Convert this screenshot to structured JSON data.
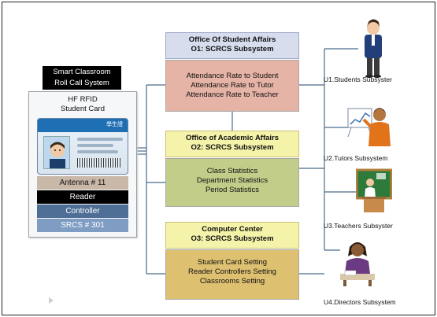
{
  "left": {
    "system_title": [
      "Smart Classroom",
      "Roll Call System"
    ],
    "card_title": [
      "HF RFID",
      "Student Card"
    ],
    "id_card_header": "學生證",
    "rows": [
      "Antenna # 11",
      "Reader",
      "Controller",
      "SRCS # 301"
    ]
  },
  "offices": [
    {
      "title": [
        "Office Of Student Affairs",
        "O1: SCRCS Subsystem"
      ],
      "items": [
        "Attendance Rate to Student",
        "Attendance Rate to Tutor",
        "Attendance Rate to Teacher"
      ]
    },
    {
      "title": [
        "Office of Academic Affairs",
        "O2: SCRCS Subsystem"
      ],
      "items": [
        "Class Statistics",
        "Department Statistics",
        "Period Statistics"
      ]
    },
    {
      "title": [
        "Computer Center",
        "O3: SCRCS Subsystem"
      ],
      "items": [
        "Student Card Setting",
        "Reader Controllers Setting",
        "Classrooms Setting"
      ]
    }
  ],
  "users": [
    {
      "label": "U1.Students Subsyster",
      "icon": "student-icon"
    },
    {
      "label": "U2.Tutors Subsystem",
      "icon": "tutor-icon"
    },
    {
      "label": "U3.Teachers Subsyster",
      "icon": "teacher-icon"
    },
    {
      "label": "U4.Directors Subsystem",
      "icon": "director-icon"
    }
  ],
  "colors": {
    "office1_header": "#d7dded",
    "office1_body": "#e6b4a6",
    "office2_header": "#f4f3a9",
    "office2_body": "#c2cd8a",
    "office3_header": "#f4f3a9",
    "office3_body": "#ddc070",
    "connector": "#4a6b8a"
  }
}
